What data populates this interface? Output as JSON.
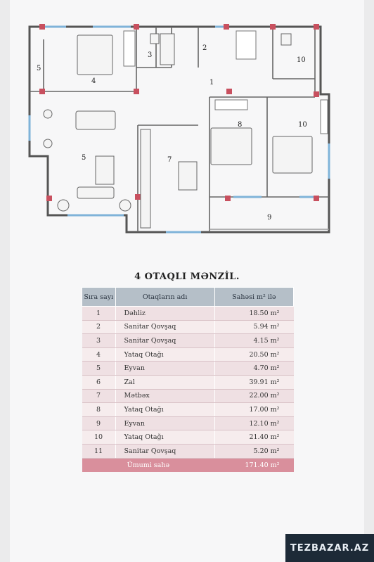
{
  "plan_labels": [
    {
      "key": "r1",
      "text": "1"
    },
    {
      "key": "r2",
      "text": "2"
    },
    {
      "key": "r3",
      "text": "3"
    },
    {
      "key": "r4",
      "text": "4"
    },
    {
      "key": "r5a",
      "text": "5"
    },
    {
      "key": "r5b",
      "text": "5"
    },
    {
      "key": "r7",
      "text": "7"
    },
    {
      "key": "r8",
      "text": "8"
    },
    {
      "key": "r9",
      "text": "9"
    },
    {
      "key": "r10a",
      "text": "10"
    },
    {
      "key": "r10b",
      "text": "10"
    }
  ],
  "colors": {
    "wall": "#555555",
    "column": "#c8505f",
    "window": "#7fb3d9",
    "table_header": "#b5bfc8",
    "row_odd": "#efe0e3",
    "row_even": "#f6eced",
    "footer": "#d98f9c"
  },
  "table": {
    "title": "4 OTAQLI MƏNZİL.",
    "headers": {
      "no": "Sıra sayı",
      "name": "Otaqların adı",
      "area": "Sahəsi m² ilə"
    },
    "rows": [
      {
        "no": "1",
        "name": "Dəhliz",
        "area": "18.50 m²"
      },
      {
        "no": "2",
        "name": "Sanitar Qovşaq",
        "area": "5.94 m²"
      },
      {
        "no": "3",
        "name": "Sanitar Qovşaq",
        "area": "4.15 m²"
      },
      {
        "no": "4",
        "name": "Yataq Otağı",
        "area": "20.50 m²"
      },
      {
        "no": "5",
        "name": "Eyvan",
        "area": "4.70 m²"
      },
      {
        "no": "6",
        "name": "Zal",
        "area": "39.91 m²"
      },
      {
        "no": "7",
        "name": "Mətbəx",
        "area": "22.00 m²"
      },
      {
        "no": "8",
        "name": "Yataq Otağı",
        "area": "17.00 m²"
      },
      {
        "no": "9",
        "name": "Eyvan",
        "area": "12.10 m²"
      },
      {
        "no": "10",
        "name": "Yataq Otağı",
        "area": "21.40 m²"
      },
      {
        "no": "11",
        "name": "Sanitar Qovşaq",
        "area": "5.20 m²"
      }
    ],
    "footer": {
      "label": "Ümumi sahə",
      "area": "171.40 m²"
    }
  },
  "brand": "TEZBAZAR.AZ"
}
